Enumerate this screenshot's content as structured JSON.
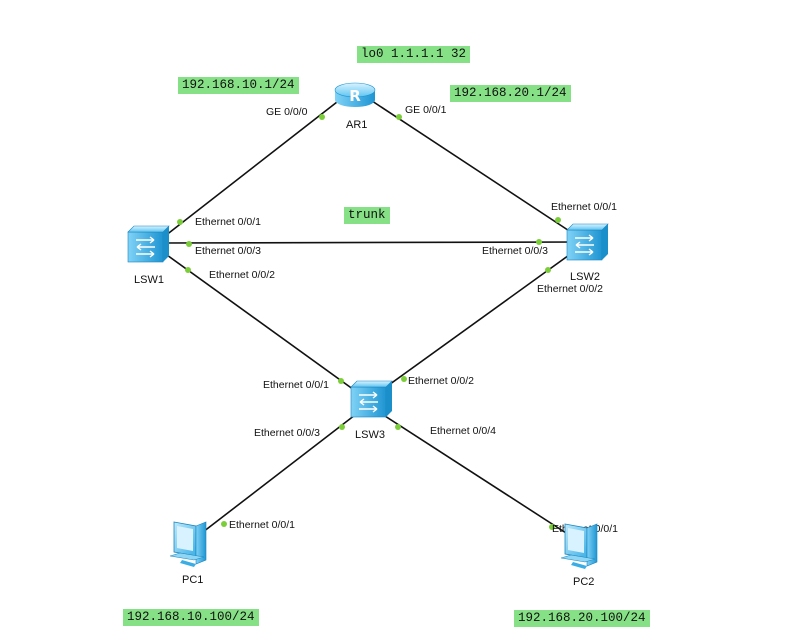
{
  "devices": {
    "ar1": {
      "label": "AR1",
      "icon": "router-icon"
    },
    "lsw1": {
      "label": "LSW1",
      "icon": "switch-icon"
    },
    "lsw2": {
      "label": "LSW2",
      "icon": "switch-icon"
    },
    "lsw3": {
      "label": "LSW3",
      "icon": "switch-icon"
    },
    "pc1": {
      "label": "PC1",
      "icon": "pc-icon"
    },
    "pc2": {
      "label": "PC2",
      "icon": "pc-icon"
    }
  },
  "ports": {
    "ar1_ge000": "GE 0/0/0",
    "ar1_ge001": "GE 0/0/1",
    "lsw1_e1": "Ethernet 0/0/1",
    "lsw1_e3": "Ethernet 0/0/3",
    "lsw1_e2": "Ethernet 0/0/2",
    "lsw2_e1": "Ethernet 0/0/1",
    "lsw2_e3": "Ethernet 0/0/3",
    "lsw2_e2": "Ethernet 0/0/2",
    "lsw3_e1": "Ethernet 0/0/1",
    "lsw3_e2": "Ethernet 0/0/2",
    "lsw3_e3": "Ethernet 0/0/3",
    "lsw3_e4": "Ethernet 0/0/4",
    "pc1_e1": "Ethernet 0/0/1",
    "pc2_e1": "Ethernet 0/0/1"
  },
  "notes": {
    "loopback": "lo0 1.1.1.1 32",
    "ar1_ge000_ip": "192.168.10.1/24",
    "ar1_ge001_ip": "192.168.20.1/24",
    "trunk": "trunk",
    "pc1_ip": "192.168.10.100/24",
    "pc2_ip": "192.168.20.100/24"
  },
  "colors": {
    "note_bg": "#86e086",
    "port_dot": "#7ccd3a",
    "device_blue": "#2aa8e0"
  }
}
